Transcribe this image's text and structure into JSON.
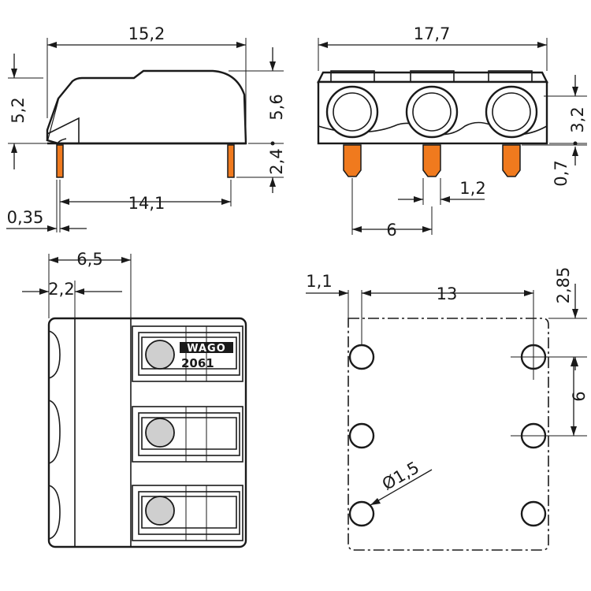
{
  "dimensions": {
    "side_width": "15,2",
    "side_height": "5,2",
    "side_total_height": "5,6",
    "side_pin_length": "2,4",
    "side_pin_span": "14,1",
    "side_pin_thickness": "0,35",
    "front_width": "17,7",
    "front_entry_height": "3,2",
    "front_pin_offset": "0,7",
    "front_pin_width": "1,2",
    "front_pin_pitch": "6",
    "top_entry_offset": "6,5",
    "top_entry_depth": "2,2",
    "footprint_edge_offset": "1,1",
    "footprint_width": "13",
    "footprint_edge_top": "2,85",
    "footprint_pitch": "6",
    "footprint_hole_diameter": "Ø1,5"
  },
  "marking": {
    "brand": "WAGO",
    "series": "2061"
  },
  "colors": {
    "pin": "#f07a1e",
    "line": "#1a1a1a",
    "background": "#ffffff"
  }
}
